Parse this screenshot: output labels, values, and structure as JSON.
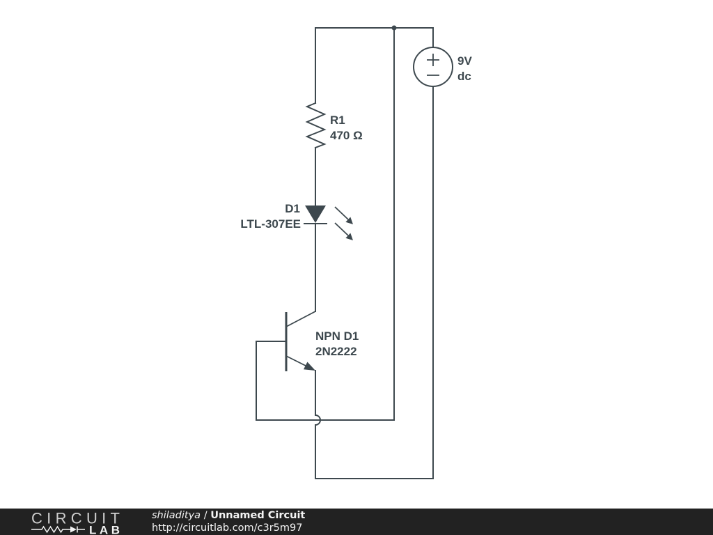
{
  "schematic": {
    "voltage_source": {
      "value": "9V",
      "type": "dc"
    },
    "resistor": {
      "ref": "R1",
      "value": "470 Ω"
    },
    "led": {
      "ref": "D1",
      "part": "LTL-307EE"
    },
    "transistor": {
      "ref": "NPN D1",
      "part": "2N2222"
    }
  },
  "footer": {
    "logo": {
      "top": "CIRCUIT",
      "bottom": "LAB"
    },
    "author": "shiladitya",
    "separator": "/",
    "circuit_title": "Unnamed Circuit",
    "url": "http://circuitlab.com/c3r5m97"
  },
  "icons": {
    "logo": "circuitlab-logo-icon"
  },
  "colors": {
    "background": "#ffffff",
    "wire": "#3d484e",
    "footer_background": "#222222",
    "footer_text": "#f4f4f4",
    "logo_text": "#cfcfcf"
  }
}
